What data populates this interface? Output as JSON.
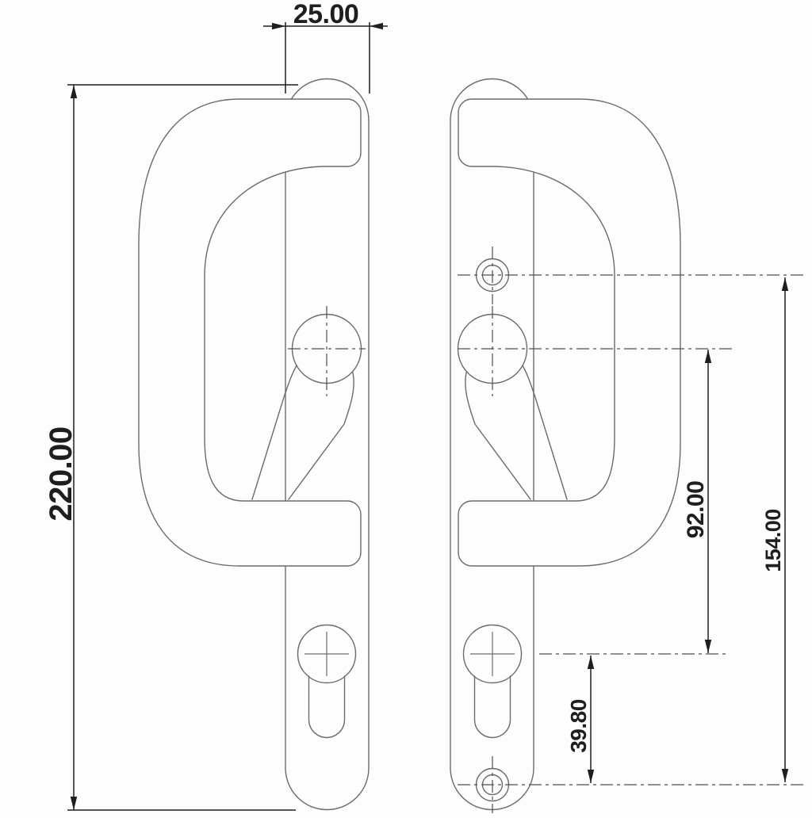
{
  "drawing": {
    "type": "technical-drawing",
    "subject": "patio door handle pair - inner and outer plate elevations",
    "views": [
      "left-handle-inner-plate",
      "right-handle-outer-plate"
    ],
    "dimensions": {
      "plate_width": "25.00",
      "overall_height": "220.00",
      "spindle_to_cylinder": "92.00",
      "screw_centres": "154.00",
      "cylinder_to_screw": "39.80"
    },
    "features": {
      "spindle_hub": "lever spindle boss with centerline cross",
      "keyhole": "euro cylinder cutout with cross mark",
      "screw_holes": "two concentric fixing screw holes on outer plate"
    },
    "colors": {
      "background": "#fdfdfd",
      "outline": "#6b6b6b",
      "centerline": "#4f4f4f",
      "dimension": "#1e1e1e"
    }
  }
}
